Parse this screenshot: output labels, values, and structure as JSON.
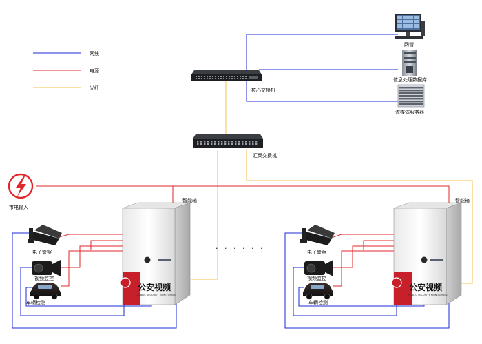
{
  "legend": {
    "network": "网线",
    "power": "电源",
    "fiber": "光纤"
  },
  "colors": {
    "network": "#1a2bd4",
    "power": "#e3262b",
    "fiber": "#f5c24a",
    "cabinet_badge": "#c8202a"
  },
  "devices": {
    "network_management": "网管",
    "info_database": "信息处理数据库",
    "streaming_server": "流媒体服务器",
    "core_switch": "核心交换机",
    "aggregation_switch": "汇聚交换机",
    "mains_input": "市电输入"
  },
  "left_site": {
    "cabinet_label": "智能箱",
    "cabinet_title": "公安视频",
    "cabinet_subtitle": "PUBLIC SECURITY MONITORING",
    "devices": [
      "电子警察",
      "视频监控",
      "车辆检测"
    ]
  },
  "right_site": {
    "cabinet_label": "智能箱",
    "cabinet_title": "公安视频",
    "cabinet_subtitle": "PUBLIC SECURITY MONITORING",
    "devices": [
      "电子警察",
      "视频监控",
      "车辆检测"
    ]
  },
  "ellipsis": "· · · · · ·"
}
